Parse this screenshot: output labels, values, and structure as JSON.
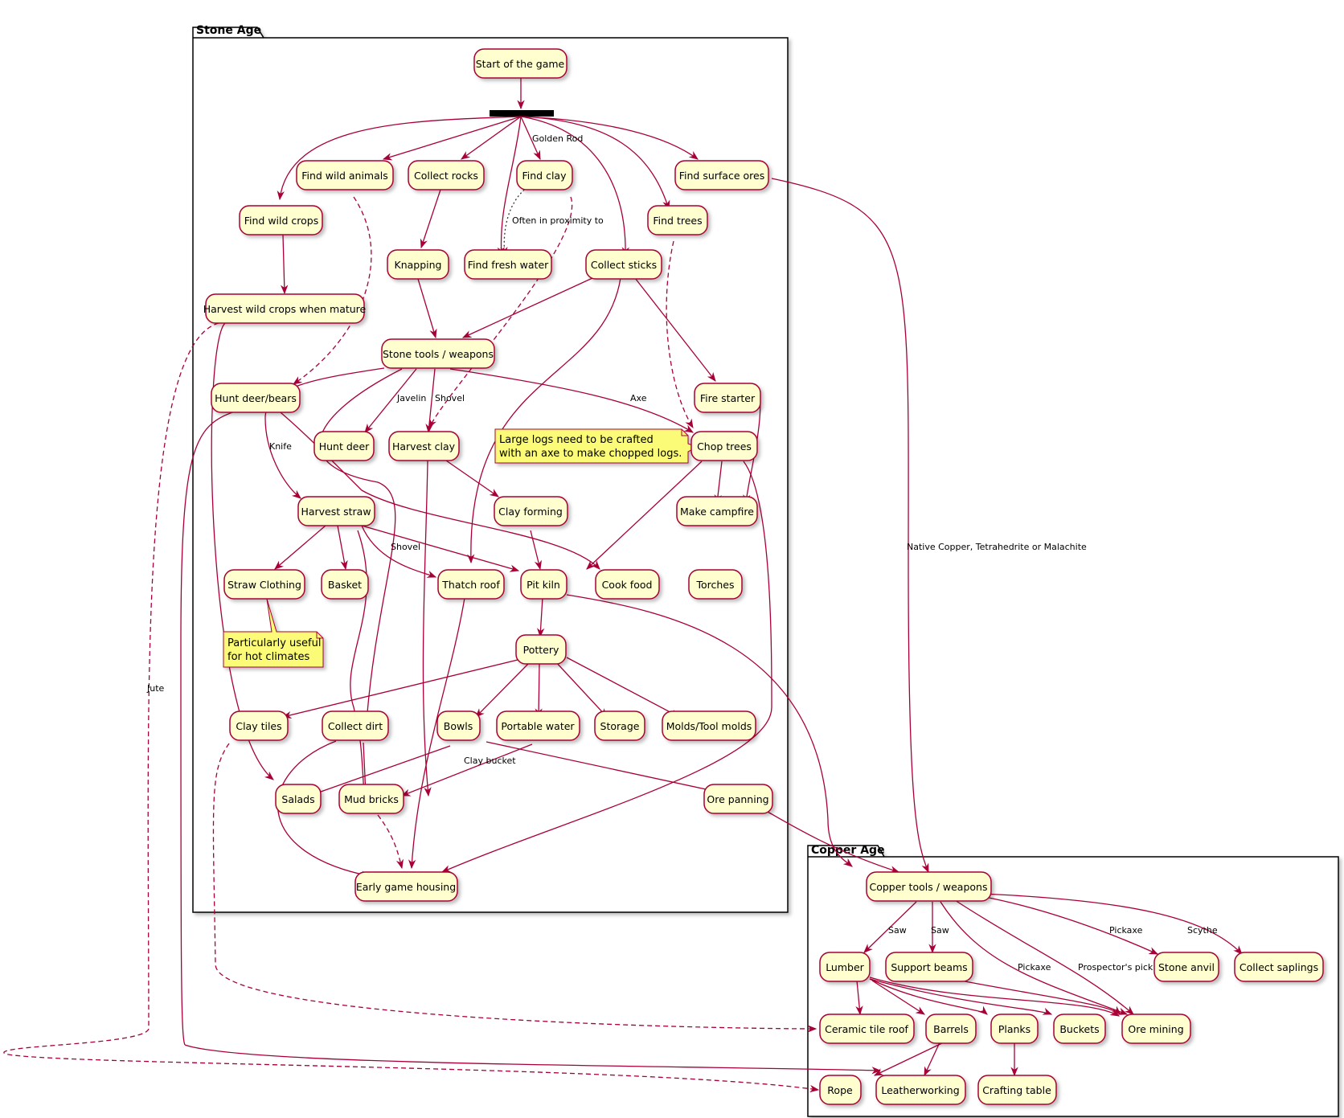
{
  "colors": {
    "node_fill": "#fefece",
    "node_stroke": "#a80036",
    "edge": "#a80036",
    "note_fill": "#fbfb77",
    "package_stroke": "#000000"
  },
  "packages": {
    "stone": {
      "title": "Stone Age"
    },
    "copper": {
      "title": "Copper Age"
    }
  },
  "nodes": {
    "start": "Start of the game",
    "wild_animals": "Find wild animals",
    "collect_rocks": "Collect rocks",
    "find_clay": "Find clay",
    "surface_ores": "Find surface ores",
    "wild_crops": "Find wild crops",
    "find_trees": "Find trees",
    "knapping": "Knapping",
    "fresh_water": "Find fresh water",
    "collect_sticks": "Collect sticks",
    "harvest_crops": "Harvest wild crops when mature",
    "stone_tools": "Stone tools / weapons",
    "hunt_deer_bears": "Hunt deer/bears",
    "fire_starter": "Fire starter",
    "hunt_deer": "Hunt deer",
    "harvest_clay": "Harvest clay",
    "chop_trees": "Chop trees",
    "harvest_straw": "Harvest straw",
    "clay_forming": "Clay forming",
    "make_campfire": "Make campfire",
    "straw_clothing": "Straw Clothing",
    "basket": "Basket",
    "thatch_roof": "Thatch roof",
    "pit_kiln": "Pit kiln",
    "cook_food": "Cook food",
    "torches": "Torches",
    "pottery": "Pottery",
    "clay_tiles": "Clay tiles",
    "collect_dirt": "Collect dirt",
    "bowls": "Bowls",
    "portable_water": "Portable water",
    "storage": "Storage",
    "molds": "Molds/Tool molds",
    "salads": "Salads",
    "mud_bricks": "Mud bricks",
    "ore_panning": "Ore panning",
    "early_housing": "Early game housing",
    "copper_tools": "Copper tools / weapons",
    "lumber": "Lumber",
    "support_beams": "Support beams",
    "stone_anvil": "Stone anvil",
    "collect_saplings": "Collect saplings",
    "ceramic_roof": "Ceramic tile roof",
    "barrels": "Barrels",
    "planks": "Planks",
    "buckets": "Buckets",
    "ore_mining": "Ore mining",
    "rope": "Rope",
    "leatherworking": "Leatherworking",
    "crafting_table": "Crafting table"
  },
  "edge_labels": {
    "golden_rod": "Golden Rod",
    "often_proximity": "Often in proximity to",
    "javelin": "Javelin",
    "shovel_1": "Shovel",
    "axe": "Axe",
    "knife": "Knife",
    "shovel_2": "Shovel",
    "native_copper": "Native Copper, Tetrahedrite or Malachite",
    "jute": "Jute",
    "clay_bucket": "Clay bucket",
    "saw_1": "Saw",
    "saw_2": "Saw",
    "pickaxe_1": "Pickaxe",
    "pickaxe_2": "Pickaxe",
    "prospectors_pick": "Prospector's pick",
    "scythe": "Scythe"
  },
  "notes": {
    "large_logs": [
      "Large logs need to be crafted",
      "with an axe to make chopped logs."
    ],
    "straw_note": [
      "Particularly useful",
      "for hot climates"
    ]
  }
}
